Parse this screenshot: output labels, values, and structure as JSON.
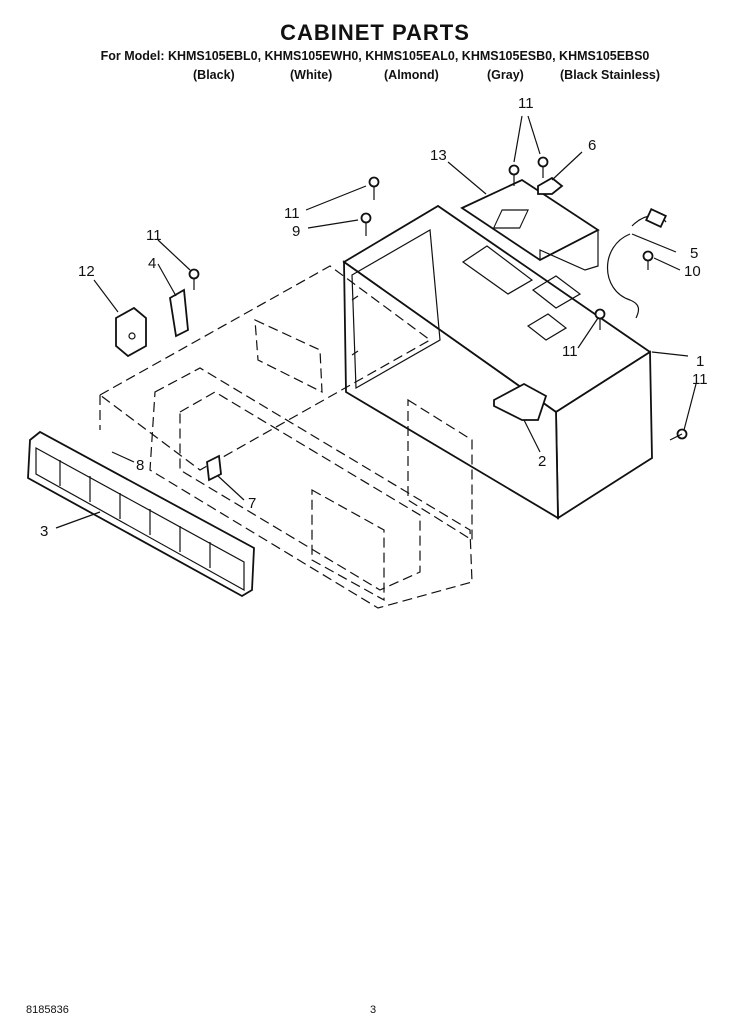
{
  "header": {
    "title": "CABINET PARTS",
    "models": "For Model: KHMS105EBL0, KHMS105EWH0, KHMS105EAL0, KHMS105ESB0, KHMS105EBS0",
    "colors": [
      "(Black)",
      "(White)",
      "(Almond)",
      "(Gray)",
      "(Black Stainless)"
    ]
  },
  "callouts": [
    "11",
    "6",
    "13",
    "11",
    "9",
    "5",
    "10",
    "11",
    "4",
    "12",
    "11",
    "1",
    "11",
    "2",
    "8",
    "7",
    "3"
  ],
  "footer": {
    "doc_number": "8185836",
    "page_number": "3"
  }
}
